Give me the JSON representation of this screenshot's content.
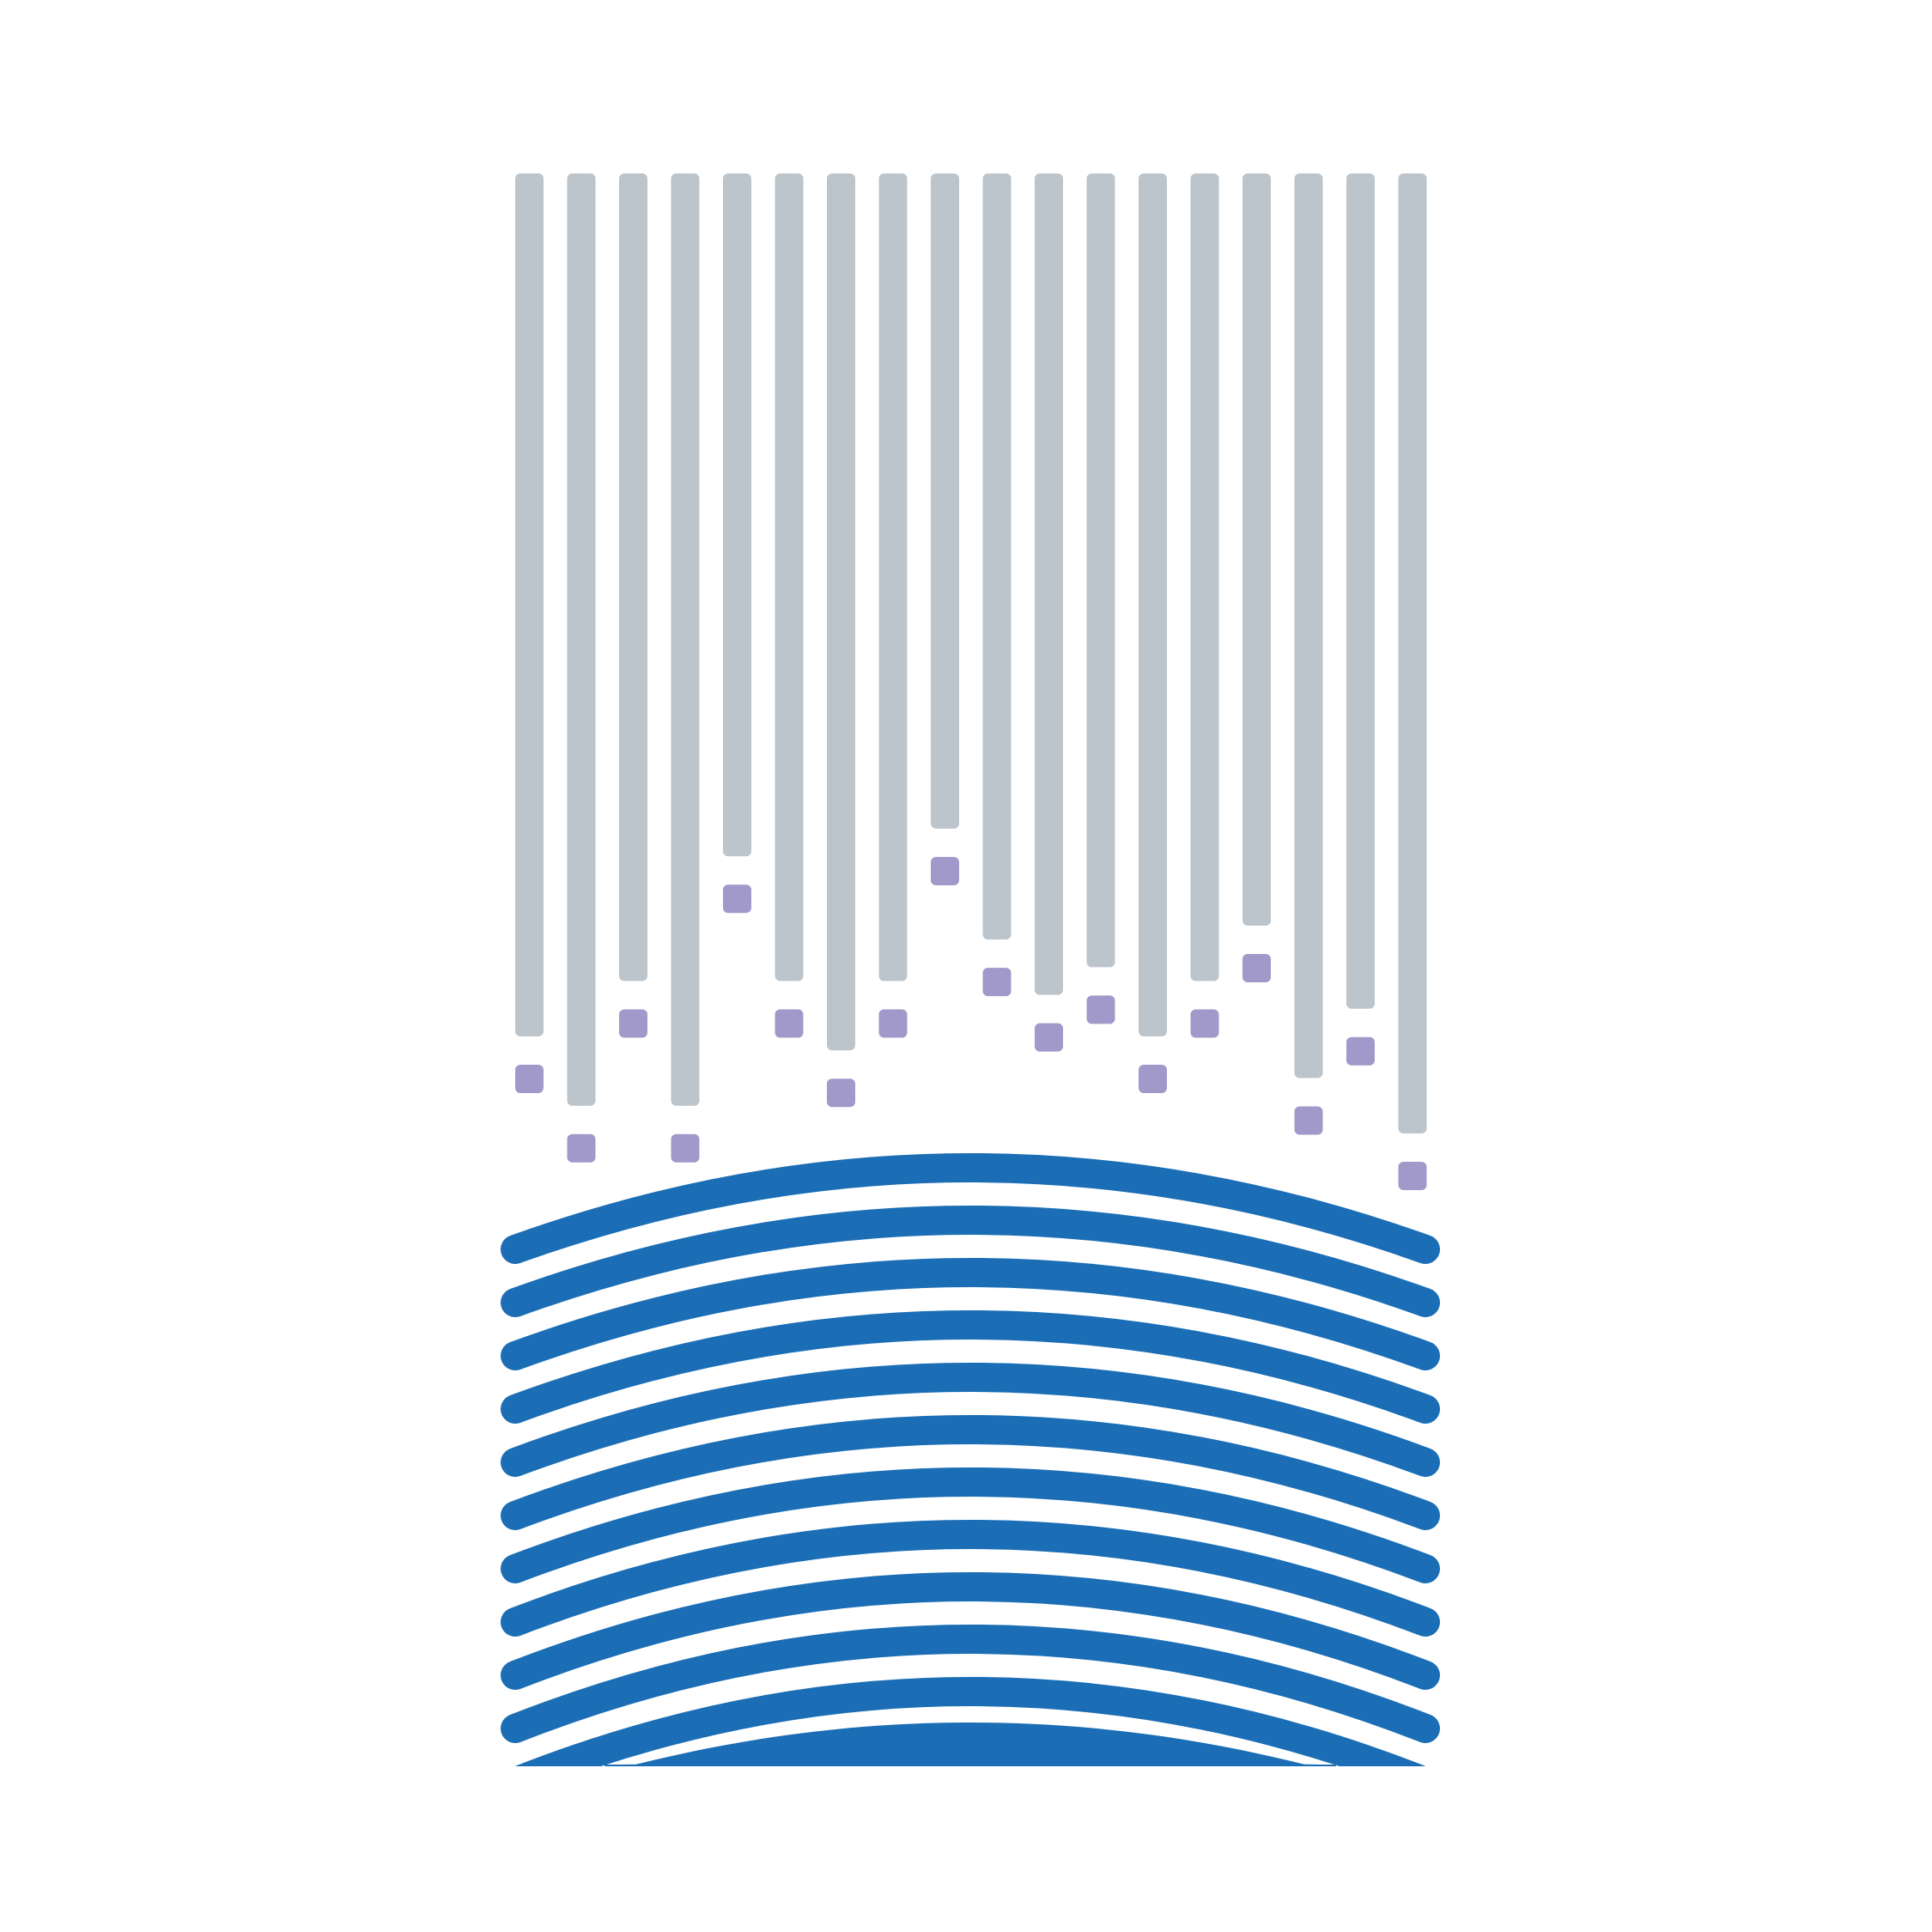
{
  "logo": {
    "colors": {
      "background": "#ffffff",
      "stripe": "#bcc4cc",
      "square": "#a099c9",
      "arc": "#1b6eb5"
    },
    "stripe_levels": [
      0.55,
      0.6,
      0.51,
      0.6,
      0.42,
      0.51,
      0.56,
      0.51,
      0.4,
      0.48,
      0.52,
      0.5,
      0.55,
      0.51,
      0.47,
      0.58,
      0.53,
      0.62
    ],
    "arc_count": 11
  }
}
